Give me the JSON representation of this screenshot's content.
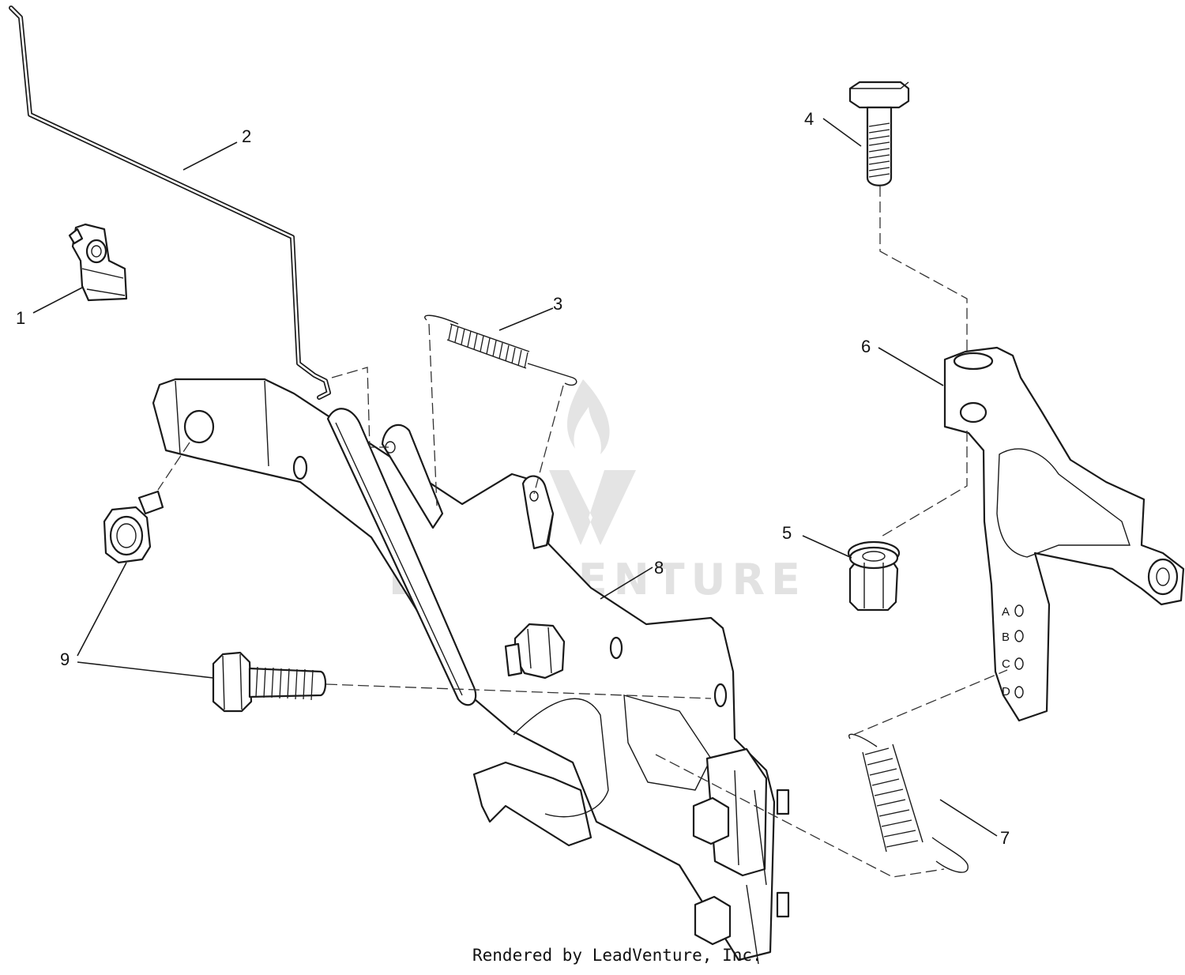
{
  "credit_text": "Rendered by LeadVenture, Inc.",
  "watermark_text": "LEADVENTURE",
  "callouts": [
    "1",
    "2",
    "3",
    "4",
    "5",
    "6",
    "7",
    "8",
    "9",
    "9"
  ],
  "plate_letters": [
    "A",
    "B",
    "C",
    "D"
  ],
  "colors": {
    "line": "#1a1a1a",
    "background": "#ffffff",
    "watermark": "#e2e2e2"
  }
}
